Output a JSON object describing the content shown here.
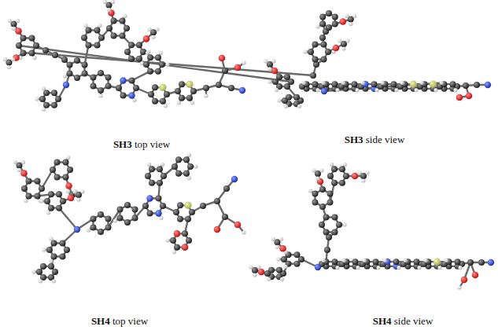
{
  "diagram": {
    "labels": [
      "SH3 top view",
      "SH3 side view",
      "SH4 top view",
      "SH4 side view"
    ]
  }
}
